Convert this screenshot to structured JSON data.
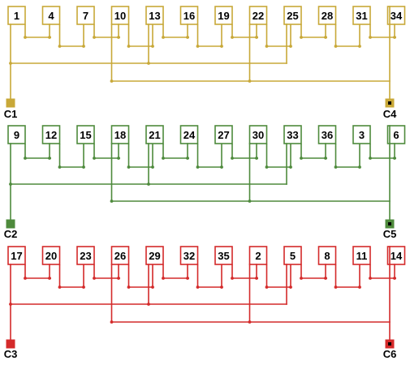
{
  "groups": [
    {
      "color": "#c8a838",
      "slots": [
        "1",
        "4",
        "7",
        "10",
        "13",
        "16",
        "19",
        "22",
        "25",
        "28",
        "31",
        "34"
      ],
      "left_terminal": "C1",
      "right_terminal": "C4"
    },
    {
      "color": "#4e8a3c",
      "slots": [
        "9",
        "12",
        "15",
        "18",
        "21",
        "24",
        "27",
        "30",
        "33",
        "36",
        "3",
        "6"
      ],
      "left_terminal": "C2",
      "right_terminal": "C5"
    },
    {
      "color": "#d42a2a",
      "slots": [
        "17",
        "20",
        "23",
        "26",
        "29",
        "32",
        "35",
        "2",
        "5",
        "8",
        "11",
        "14"
      ],
      "left_terminal": "C3",
      "right_terminal": "C6"
    }
  ]
}
